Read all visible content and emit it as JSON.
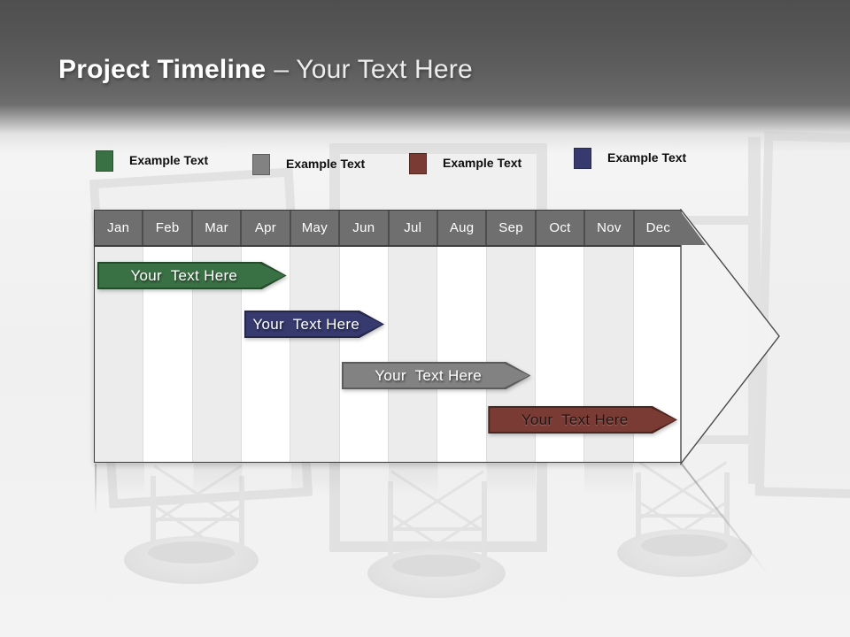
{
  "header": {
    "title_bold": "Project Timeline",
    "title_suffix": "– Your Text Here"
  },
  "legend": {
    "items": [
      {
        "label": "Example Text",
        "color": "#3A7144",
        "border": "#2A4F31"
      },
      {
        "label": "Example Text",
        "color": "#828282",
        "border": "#5E5E5E"
      },
      {
        "label": "Example Text",
        "color": "#7B3B35",
        "border": "#53261F"
      },
      {
        "label": "Example Text",
        "color": "#363A6E",
        "border": "#272A52"
      }
    ]
  },
  "chart_data": {
    "type": "timeline",
    "title": "Project Timeline – Your Text Here",
    "categories": [
      "Jan",
      "Feb",
      "Mar",
      "Apr",
      "May",
      "Jun",
      "Jul",
      "Aug",
      "Sep",
      "Oct",
      "Nov",
      "Dec"
    ],
    "header_bg": "#6F6F6F",
    "header_text_color": "#FFFFFF",
    "stripe_colors": [
      "#ECECEC",
      "#FFFFFF"
    ],
    "grid": "vertical-month-stripes",
    "legend_position": "top",
    "bars": [
      {
        "label": "Your  Text Here",
        "start_month": "Jan",
        "end_month": "Apr",
        "start_index": 0,
        "end_index": 4,
        "fill": "#3A7144",
        "border": "#27492C",
        "text_color": "#FFFFFF"
      },
      {
        "label": "Your  Text Here",
        "start_month": "Apr",
        "end_month": "Jun",
        "start_index": 3,
        "end_index": 6,
        "fill": "#363A6E",
        "border": "#24264A",
        "text_color": "#FFFFFF"
      },
      {
        "label": "Your  Text Here",
        "start_month": "Jun",
        "end_month": "Sep",
        "start_index": 5,
        "end_index": 9,
        "fill": "#828282",
        "border": "#5C5C5C",
        "text_color": "#FFFFFF"
      },
      {
        "label": "Your  Text Here",
        "start_month": "Sep",
        "end_month": "Dec",
        "start_index": 8,
        "end_index": 12,
        "fill": "#7B3B35",
        "border": "#4E241F",
        "text_color": "#1E1414"
      }
    ]
  }
}
